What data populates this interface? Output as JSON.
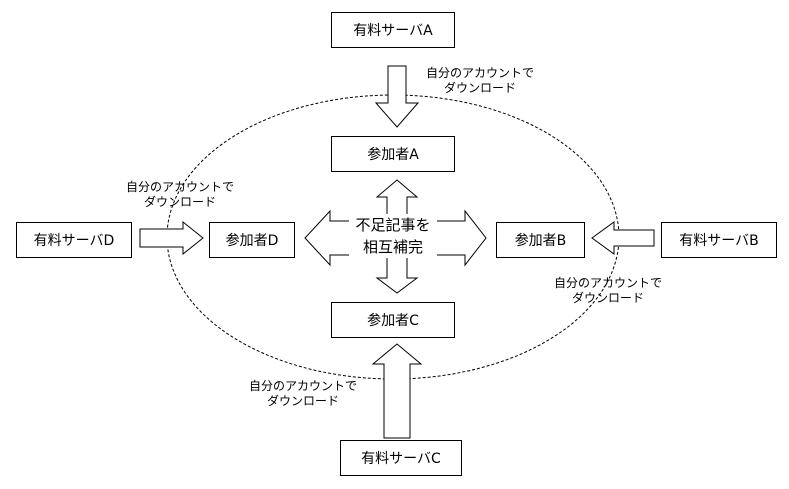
{
  "servers": {
    "a": "有料サーバA",
    "b": "有料サーバB",
    "c": "有料サーバC",
    "d": "有料サーバD"
  },
  "participants": {
    "a": "参加者A",
    "b": "参加者B",
    "c": "参加者C",
    "d": "参加者D"
  },
  "center": {
    "line1": "不足記事を",
    "line2": "相互補完"
  },
  "download_note": {
    "line1": "自分のアカウントで",
    "line2": "ダウンロード"
  }
}
